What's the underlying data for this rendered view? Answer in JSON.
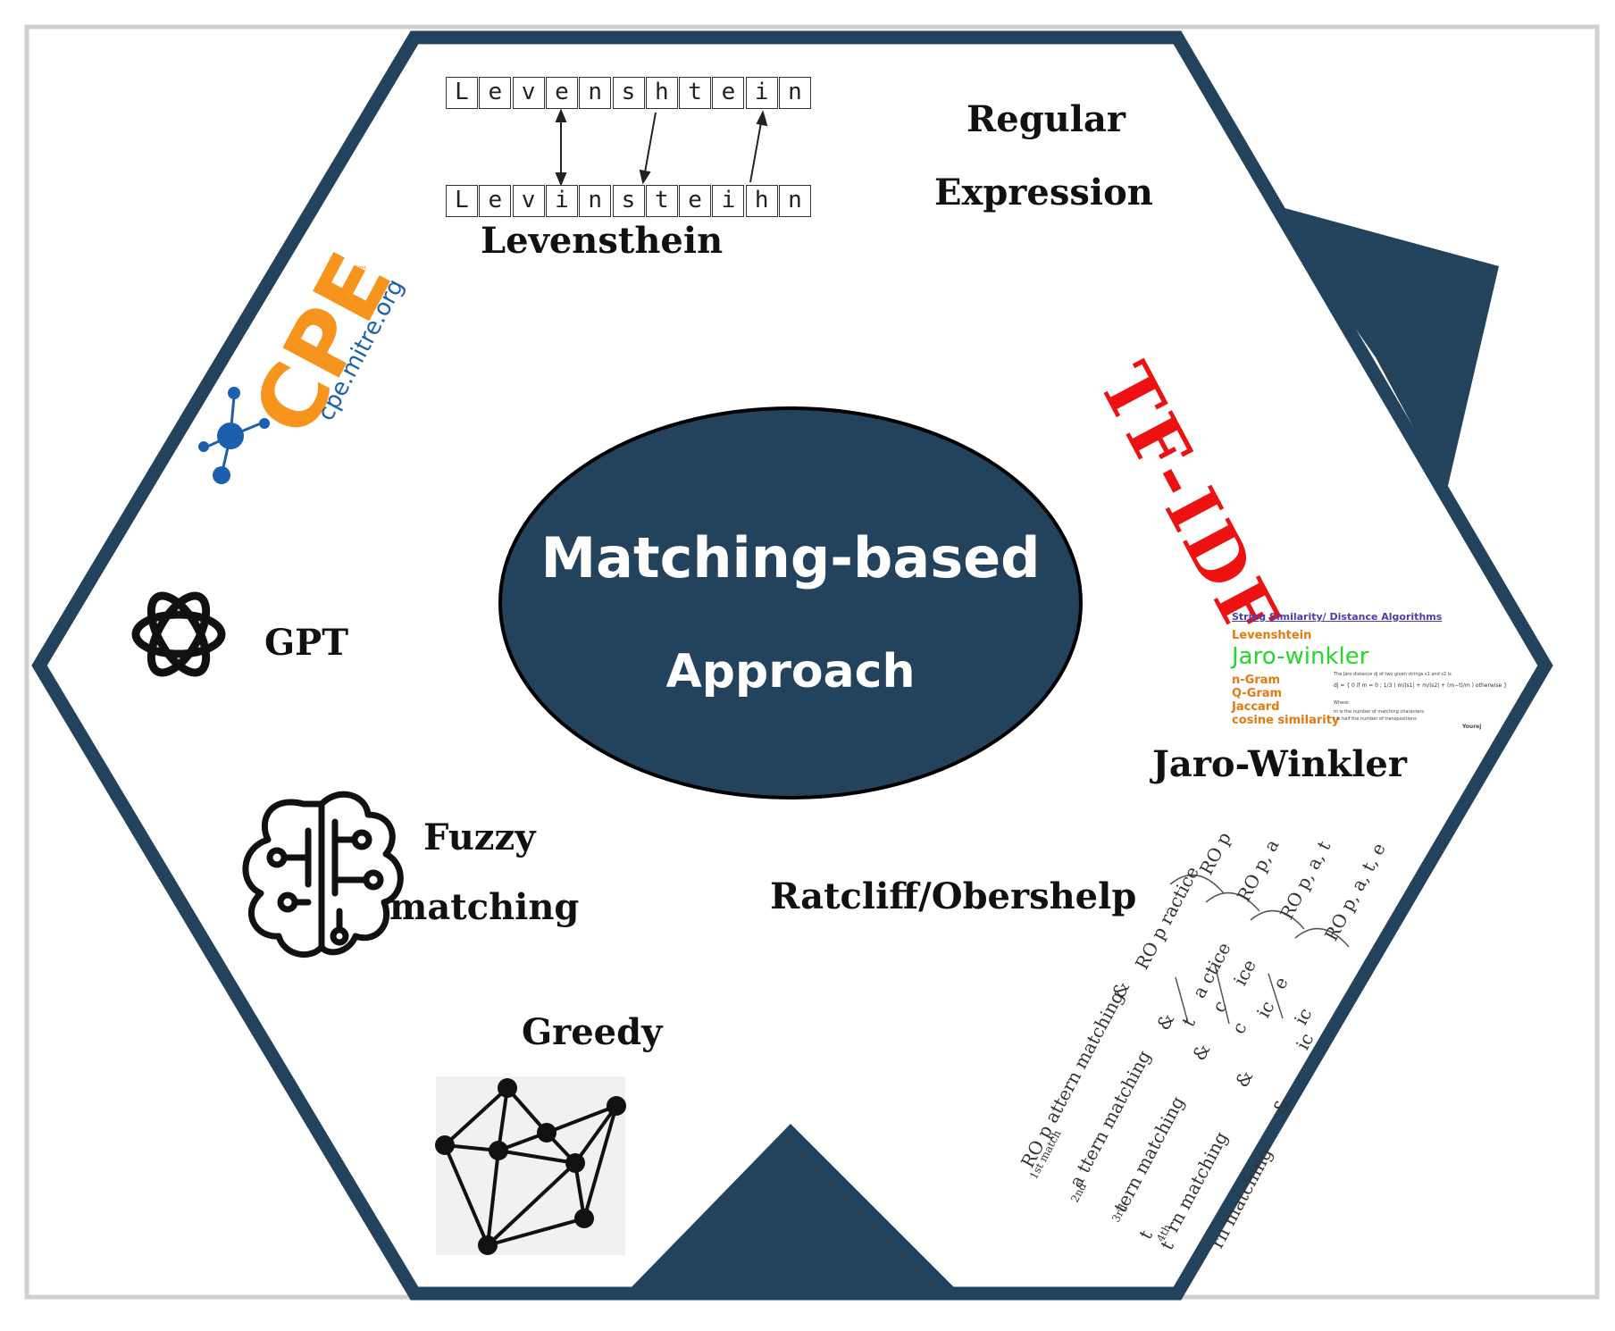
{
  "center": {
    "line1": "Matching-based",
    "line2": "Approach"
  },
  "methods": {
    "levenshtein_label": "Levensthein",
    "regex_line1": "Regular",
    "regex_line2": "Expression",
    "tfidf": "TF-IDF",
    "jaro_winkler": "Jaro-Winkler",
    "ratcliff": "Ratcliff/Obershelp",
    "greedy": "Greedy",
    "fuzzy_line1": "Fuzzy",
    "fuzzy_line2": "matching",
    "gpt": "GPT"
  },
  "levenshtein_demo": {
    "top": [
      "L",
      "e",
      "v",
      "e",
      "n",
      "s",
      "h",
      "t",
      "e",
      "i",
      "n"
    ],
    "bottom": [
      "L",
      "e",
      "v",
      "i",
      "n",
      "s",
      "t",
      "e",
      "i",
      "h",
      "n"
    ]
  },
  "cpe_logo": {
    "text": "CPE",
    "url": "cpe.mitre.org",
    "tm": "™"
  },
  "jaro_card": {
    "heading": "String Similarity/ Distance Algorithms",
    "items": [
      "Levenshtein",
      "Jaro-winkler",
      "n-Gram",
      "Q-Gram",
      "Jaccard",
      "cosine similarity"
    ],
    "formula_text": "The Jaro distance dj of two given strings s1 and s2 is",
    "formula": "dj = { 0  if m = 0 ;  1/3 ( m/|s1| + m/|s2| + (m−t)/m )  otherwise }",
    "where": "Where:",
    "note1": "m is the number of matching characters",
    "note2": "t is half the number of transpositions",
    "author": "Yourej"
  },
  "ratcliff_fragments": [
    "RO p",
    "RO p, a",
    "RO p, a, t",
    "RO p, a, t, e",
    "RO p ractice",
    "a  ctice",
    "ice",
    "c",
    "ic",
    "e",
    "ic",
    "c",
    "t",
    "ic",
    "&",
    "&",
    "&",
    "&",
    "&",
    "RO p attern matching",
    "a  ttern matching",
    "tern matching",
    "rn matching",
    "rn matching",
    "1st match",
    "2nd",
    "3rd",
    "4th",
    "t",
    "t"
  ],
  "colors": {
    "navy": "#23435d",
    "frame": "#d0d0d0",
    "cpe_orange": "#f7941d",
    "cpe_blue": "#1c5fae",
    "tfidf_red": "#ee1111",
    "jw_orange": "#e47a12",
    "jw_green": "#2bd42b",
    "jw_heading": "#4b3fa8"
  }
}
